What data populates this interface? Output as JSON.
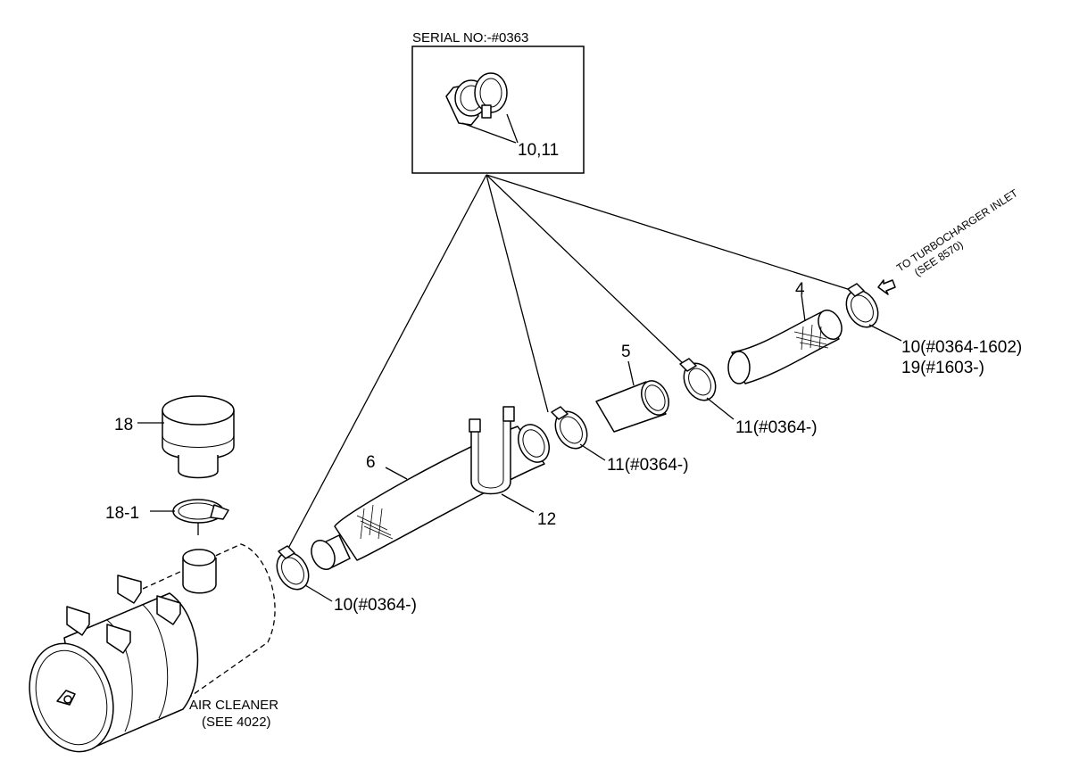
{
  "inset": {
    "title": "SERIAL NO:-#0363",
    "callout": "10,11"
  },
  "callouts": {
    "part_4": "4",
    "part_5": "5",
    "part_6": "6",
    "part_12": "12",
    "part_18": "18",
    "part_18_1": "18-1",
    "clamp_10_front": "10(#0364-)",
    "clamp_11_mid": "11(#0364-)",
    "clamp_11_upper": "11(#0364-)",
    "clamp_10_end": "10(#0364-1602)",
    "clamp_19_end": "19(#1603-)"
  },
  "notes": {
    "turbo_line1": "TO TURBOCHARGER INLET",
    "turbo_line2": "(SEE 8570)",
    "air_cleaner_line1": "AIR CLEANER",
    "air_cleaner_line2": "(SEE 4022)"
  }
}
